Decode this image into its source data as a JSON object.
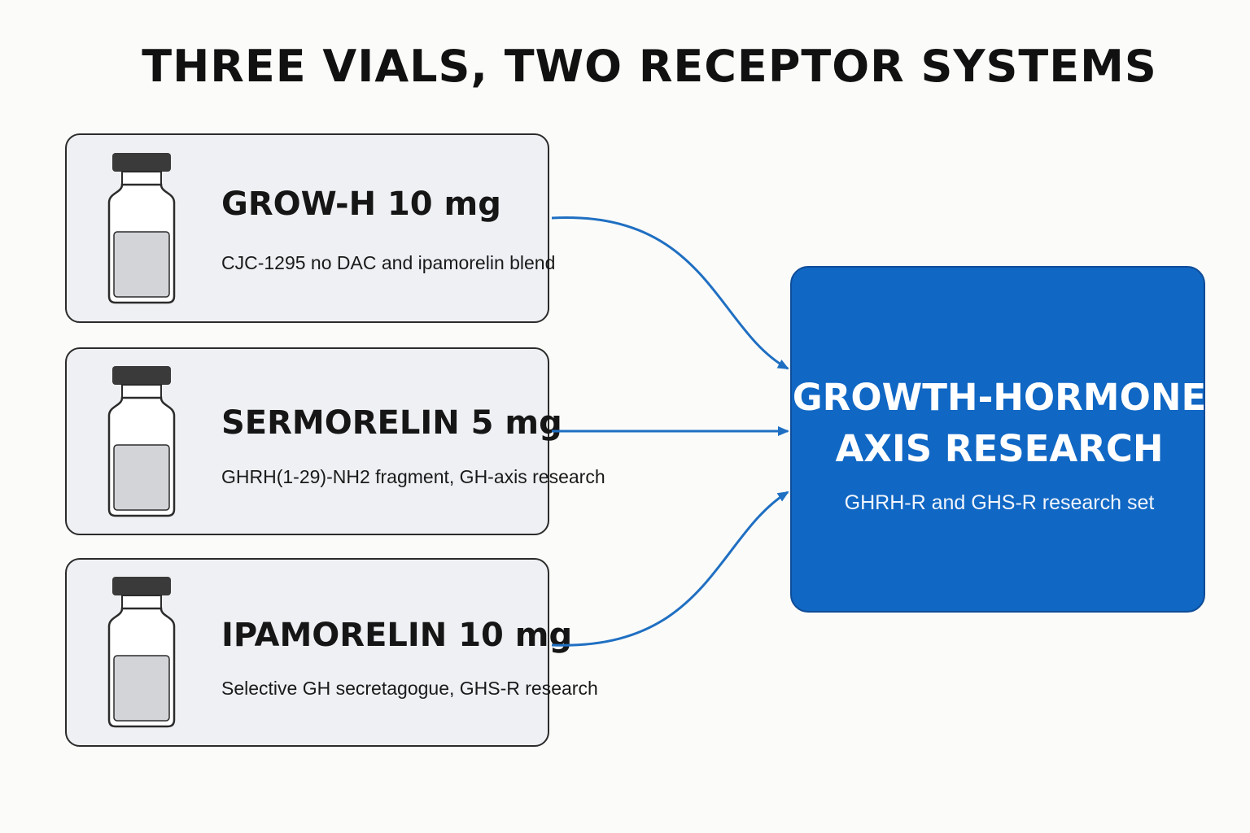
{
  "title": "THREE VIALS, TWO RECEPTOR SYSTEMS",
  "vials": [
    {
      "name": "GROW-H 10 mg",
      "description": "CJC-1295 no DAC and ipamorelin blend",
      "icon": "vial-icon"
    },
    {
      "name": "SERMORELIN 5 mg",
      "description": "GHRH(1-29)-NH2 fragment, GH-axis research",
      "icon": "vial-icon"
    },
    {
      "name": "IPAMORELIN 10 mg",
      "description": "Selective GH secretagogue, GHS-R research",
      "icon": "vial-icon"
    }
  ],
  "target": {
    "title_line1": "GROWTH-HORMONE",
    "title_line2": "AXIS RESEARCH",
    "subtitle": "GHRH-R and GHS-R research set"
  },
  "colors": {
    "accent": "#1067c4",
    "arrow": "#1f6fc2",
    "card_fill": "#eef0f3",
    "card_border": "#2b2b2b",
    "vial_cap": "#3a3a3a",
    "vial_liquid": "#d3d4d7"
  }
}
